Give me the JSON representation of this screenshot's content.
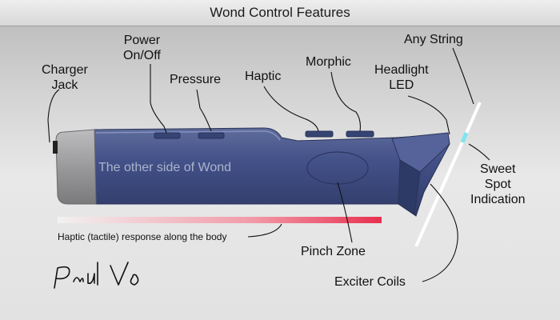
{
  "title": "Wond Control Features",
  "labels": {
    "charger_jack": "Charger\nJack",
    "power": "Power\nOn/Off",
    "pressure": "Pressure",
    "haptic": "Haptic",
    "morphic": "Morphic",
    "headlight": "Headlight\nLED",
    "any_string": "Any String",
    "sweet_spot": "Sweet\nSpot\nIndication",
    "body_text": "The other side of Wond",
    "haptic_response": "Haptic (tactile) response along the body",
    "pinch_zone": "Pinch Zone",
    "exciter_coils": "Exciter Coils"
  },
  "signature": "Paul Vo",
  "colors": {
    "body": "#3f4d7e",
    "cap": "#9a9a9c",
    "haptic_bar_end": "#e8304f",
    "sweet_spot": "#7fe6f0"
  }
}
